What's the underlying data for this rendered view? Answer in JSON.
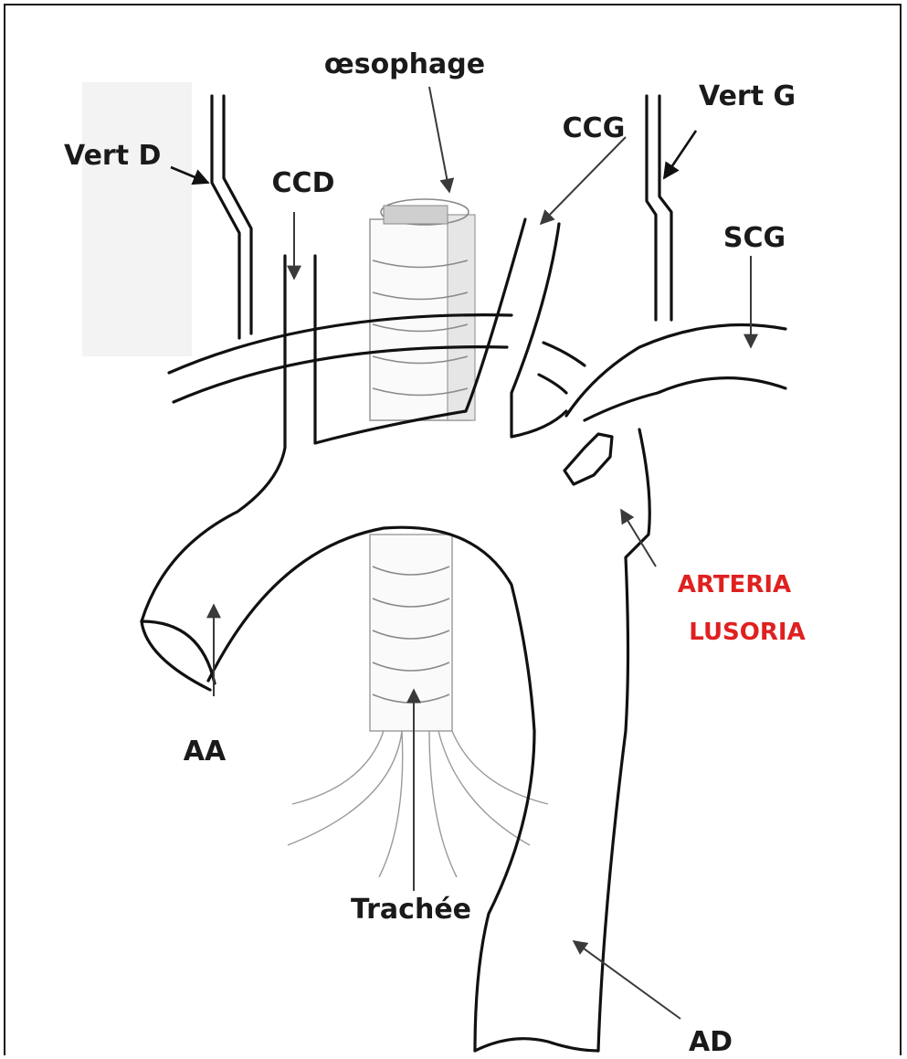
{
  "diagram": {
    "labels": {
      "oesophage": "œsophage",
      "vert_d": "Vert D",
      "vert_g": "Vert G",
      "ccd": "CCD",
      "ccg": "CCG",
      "scg": "SCG",
      "arteria_line1": "ARTERIA",
      "arteria_line2": "LUSORIA",
      "aa": "AA",
      "trachee": "Trachée",
      "ad": "AD"
    },
    "colors": {
      "line": "#111111",
      "highlight_label": "#e02020",
      "structure_gray": "#8a8a8a"
    }
  }
}
